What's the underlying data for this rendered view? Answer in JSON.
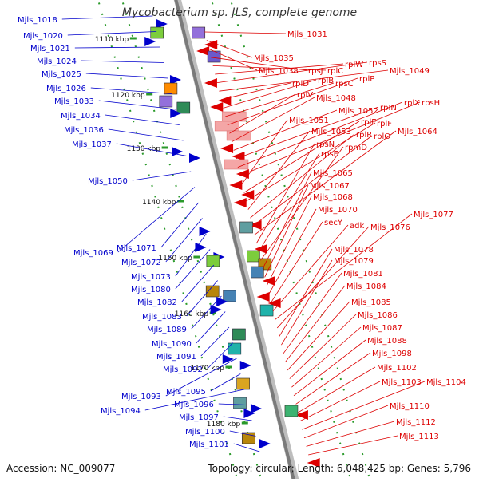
{
  "header": {
    "title": "Mycobacterium sp. JLS, complete genome"
  },
  "footer": {
    "accession": "Accession: NC_009077",
    "summary": "Topology: circular; Length: 6,048,425 bp; Genes: 5,796"
  },
  "colors": {
    "forward": "#0000cc",
    "reverse": "#dd0000",
    "backbone": "#999999",
    "ticks": "#2a9a2a"
  },
  "scale_ticks": [
    "1110 kbp",
    "1120 kbp",
    "1130 kbp",
    "1140 kbp",
    "1150 kbp",
    "1160 kbp",
    "1170 kbp",
    "1180 kbp"
  ],
  "left_labels": [
    "Mjls_1018",
    "Mjls_1020",
    "Mjls_1021",
    "Mjls_1024",
    "Mjls_1025",
    "Mjls_1026",
    "Mjls_1033",
    "Mjls_1034",
    "Mjls_1036",
    "Mjls_1037",
    "Mjls_1050",
    "Mjls_1069",
    "Mjls_1071",
    "Mjls_1072",
    "Mjls_1073",
    "Mjls_1080",
    "Mjls_1082",
    "Mjls_1083",
    "Mjls_1089",
    "Mjls_1090",
    "Mjls_1091",
    "Mjls_1092",
    "Mjls_1093",
    "Mjls_1095",
    "Mjls_1094",
    "Mjls_1096",
    "Mjls_1097",
    "Mjls_1100",
    "Mjls_1101"
  ],
  "right_labels": [
    "Mjls_1031",
    "Mjls_1035",
    "Mjls_1038",
    "rpsJ",
    "rplC",
    "rplW",
    "rpsS",
    "Mjls_1049",
    "rplD",
    "rplB",
    "rpsC",
    "rplP",
    "rplV",
    "Mjls_1048",
    "Mjls_1052",
    "rpIN",
    "rplX",
    "rpsH",
    "Mjls_1051",
    "rplE",
    "rplF",
    "Mjls_1053",
    "rplR",
    "rplO",
    "Mjls_1064",
    "rpsN",
    "rpsE",
    "rpmD",
    "Mjls_1065",
    "Mjls_1067",
    "Mjls_1068",
    "Mjls_1070",
    "secY",
    "adk",
    "Mjls_1077",
    "Mjls_1076",
    "Mjls_1078",
    "Mjls_1079",
    "Mjls_1081",
    "Mjls_1084",
    "Mjls_1085",
    "Mjls_1086",
    "Mjls_1087",
    "Mjls_1088",
    "Mjls_1098",
    "Mjls_1102",
    "Mjls_1103",
    "Mjls_1104",
    "Mjls_1110",
    "Mjls_1112",
    "Mjls_1113"
  ]
}
